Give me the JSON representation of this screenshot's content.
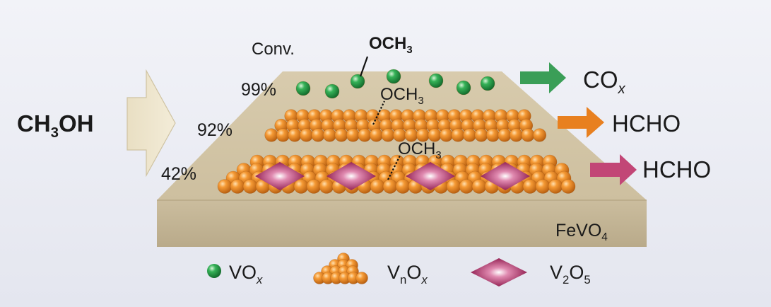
{
  "reactant": {
    "main": "CH",
    "sub1": "3",
    "tail": "OH"
  },
  "conversion": {
    "header": "Conv.",
    "values": [
      "99%",
      "92%",
      "42%"
    ]
  },
  "intermediates": [
    {
      "main": "OCH",
      "sub": "3"
    },
    {
      "main": "OCH",
      "sub": "3"
    },
    {
      "main": "OCH",
      "sub": "3"
    }
  ],
  "products": [
    {
      "main": "CO",
      "sub": "x",
      "color": "#2f9a4b"
    },
    {
      "main": "HCHO",
      "sub": "",
      "color": "#e9822a"
    },
    {
      "main": "HCHO",
      "sub": "",
      "color": "#c04a73"
    }
  ],
  "support": {
    "main": "FeVO",
    "sub": "4"
  },
  "legend": [
    {
      "icon": "green-sphere-icon",
      "main": "VO",
      "sub": "x"
    },
    {
      "icon": "orange-sphere-pile-icon",
      "main": "V",
      "sub1": "n",
      "mid": "O",
      "sub2": "x"
    },
    {
      "icon": "purple-diamond-icon",
      "main": "V",
      "sub1": "2",
      "mid": "O",
      "sub2": "5"
    }
  ],
  "colors": {
    "background": "#ebedf5",
    "support_front": "#c9bb9f",
    "support_top": "#d9ccb0",
    "sphere_orange": "#ec8a22",
    "sphere_green": "#2e9e4c",
    "diamond_purple": "#9c1f57",
    "input_arrow": "#ebe2c8"
  }
}
